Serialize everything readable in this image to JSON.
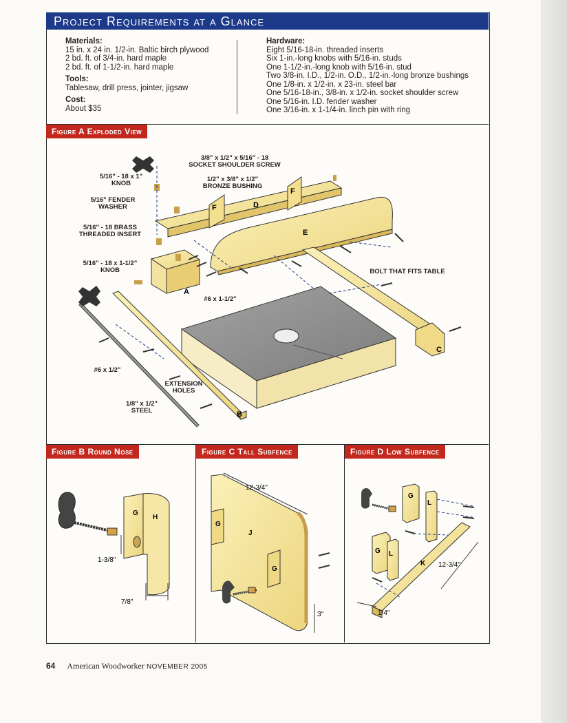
{
  "header": {
    "title": "Project Requirements at a Glance"
  },
  "materials": {
    "heading": "Materials:",
    "items": [
      "15 in. x 24 in. 1/2-in. Baltic birch plywood",
      "2 bd. ft. of 3/4-in. hard maple",
      "2 bd. ft. of 1-1/2-in. hard maple"
    ]
  },
  "tools": {
    "heading": "Tools:",
    "text": "Tablesaw, drill press, jointer, jigsaw"
  },
  "cost": {
    "heading": "Cost:",
    "text": "About $35"
  },
  "hardware": {
    "heading": "Hardware:",
    "items": [
      "Eight 5/16-18-in. threaded inserts",
      "Six 1-in.-long knobs with 5/16-in. studs",
      "One 1-1/2-in.-long knob with 5/16-in. stud",
      "Two 3/8-in. I.D., 1/2-in. O.D., 1/2-in.-long bronze bushings",
      "One 1/8-in. x 1/2-in. x 23-in. steel bar",
      "One 5/16-18-in., 3/8-in. x 1/2-in. socket shoulder screw",
      "One 5/16-in. I.D. fender washer",
      "One 3/16-in. x 1-1/4-in. linch pin with ring"
    ]
  },
  "figure_a": {
    "tab": "Figure A Exploded View",
    "labels": {
      "knob_1in": [
        "5/16\" - 18 x 1\"",
        "KNOB"
      ],
      "socket_screw": [
        "3/8\" x 1/2\" x 5/16\" - 18",
        "SOCKET SHOULDER SCREW"
      ],
      "bushing": [
        "1/2\" x 3/8\" x 1/2\"",
        "BRONZE BUSHING"
      ],
      "fender_washer": [
        "5/16\" FENDER",
        "WASHER"
      ],
      "threaded_insert": [
        "5/16\" - 18 BRASS",
        "THREADED INSERT"
      ],
      "knob_15in": [
        "5/16\" - 18 x 1-1/2\"",
        "KNOB"
      ],
      "screw_6x112": "#6 x 1-1/2\"",
      "bolt": "BOLT THAT FITS TABLE",
      "screw_6x12": "#6 x 1/2\"",
      "extension_holes": [
        "EXTENSION",
        "HOLES"
      ],
      "steel": [
        "1/8\" x 1/2\"",
        "STEEL"
      ]
    },
    "parts": {
      "A": "A",
      "B": "B",
      "C": "C",
      "D": "D",
      "E": "E",
      "F1": "F",
      "F2": "F"
    }
  },
  "figure_b": {
    "tab": "Figure B Round Nose",
    "parts": {
      "G": "G",
      "H": "H"
    },
    "dims": {
      "height": "1-3/8\"",
      "width": "7/8\""
    }
  },
  "figure_c": {
    "tab": "Figure C Tall Subfence",
    "parts": {
      "G1": "G",
      "G2": "G",
      "J": "J"
    },
    "dims": {
      "top": "12-3/4\"",
      "bottom": "3\""
    }
  },
  "figure_d": {
    "tab": "Figure D Low Subfence",
    "parts": {
      "G1": "G",
      "G2": "G",
      "L1": "L",
      "L2": "L",
      "K": "K"
    },
    "dims": {
      "length": "12-3/4\"",
      "thick": "1/4\""
    }
  },
  "footer": {
    "page": "64",
    "magazine": "American Woodworker",
    "date": "NOVEMBER 2005"
  },
  "colors": {
    "header_blue": "#1d3a8a",
    "tab_red": "#c2281d",
    "wood": "#f4e39a",
    "wood_dark": "#d9b95a",
    "table_gray": "#8f8f8f"
  }
}
